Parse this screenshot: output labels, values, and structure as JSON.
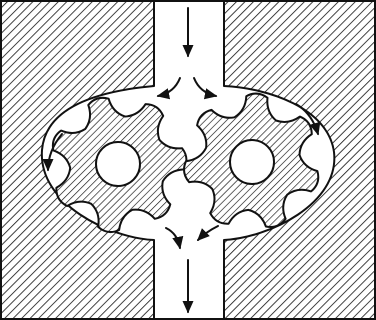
{
  "diagram": {
    "colors": {
      "ink": "#111111",
      "paper": "#ffffff"
    },
    "parts": [
      {
        "id": "housing-left",
        "kind": "housing block",
        "hatched": true
      },
      {
        "id": "housing-right",
        "kind": "housing block",
        "hatched": true
      },
      {
        "id": "inlet-channel",
        "kind": "channel"
      },
      {
        "id": "outlet-channel",
        "kind": "channel"
      },
      {
        "id": "pump-chamber",
        "kind": "oval chamber"
      },
      {
        "id": "gear-left",
        "kind": "gear",
        "teeth": 7,
        "hatched": true,
        "hub": "hollow"
      },
      {
        "id": "gear-right",
        "kind": "gear",
        "teeth": 7,
        "hatched": true,
        "hub": "hollow"
      }
    ],
    "flow_arrows": [
      {
        "id": "inlet-down"
      },
      {
        "id": "split-left"
      },
      {
        "id": "split-right"
      },
      {
        "id": "around-left"
      },
      {
        "id": "around-right"
      },
      {
        "id": "merge-left"
      },
      {
        "id": "merge-right"
      },
      {
        "id": "outlet-down"
      }
    ]
  }
}
